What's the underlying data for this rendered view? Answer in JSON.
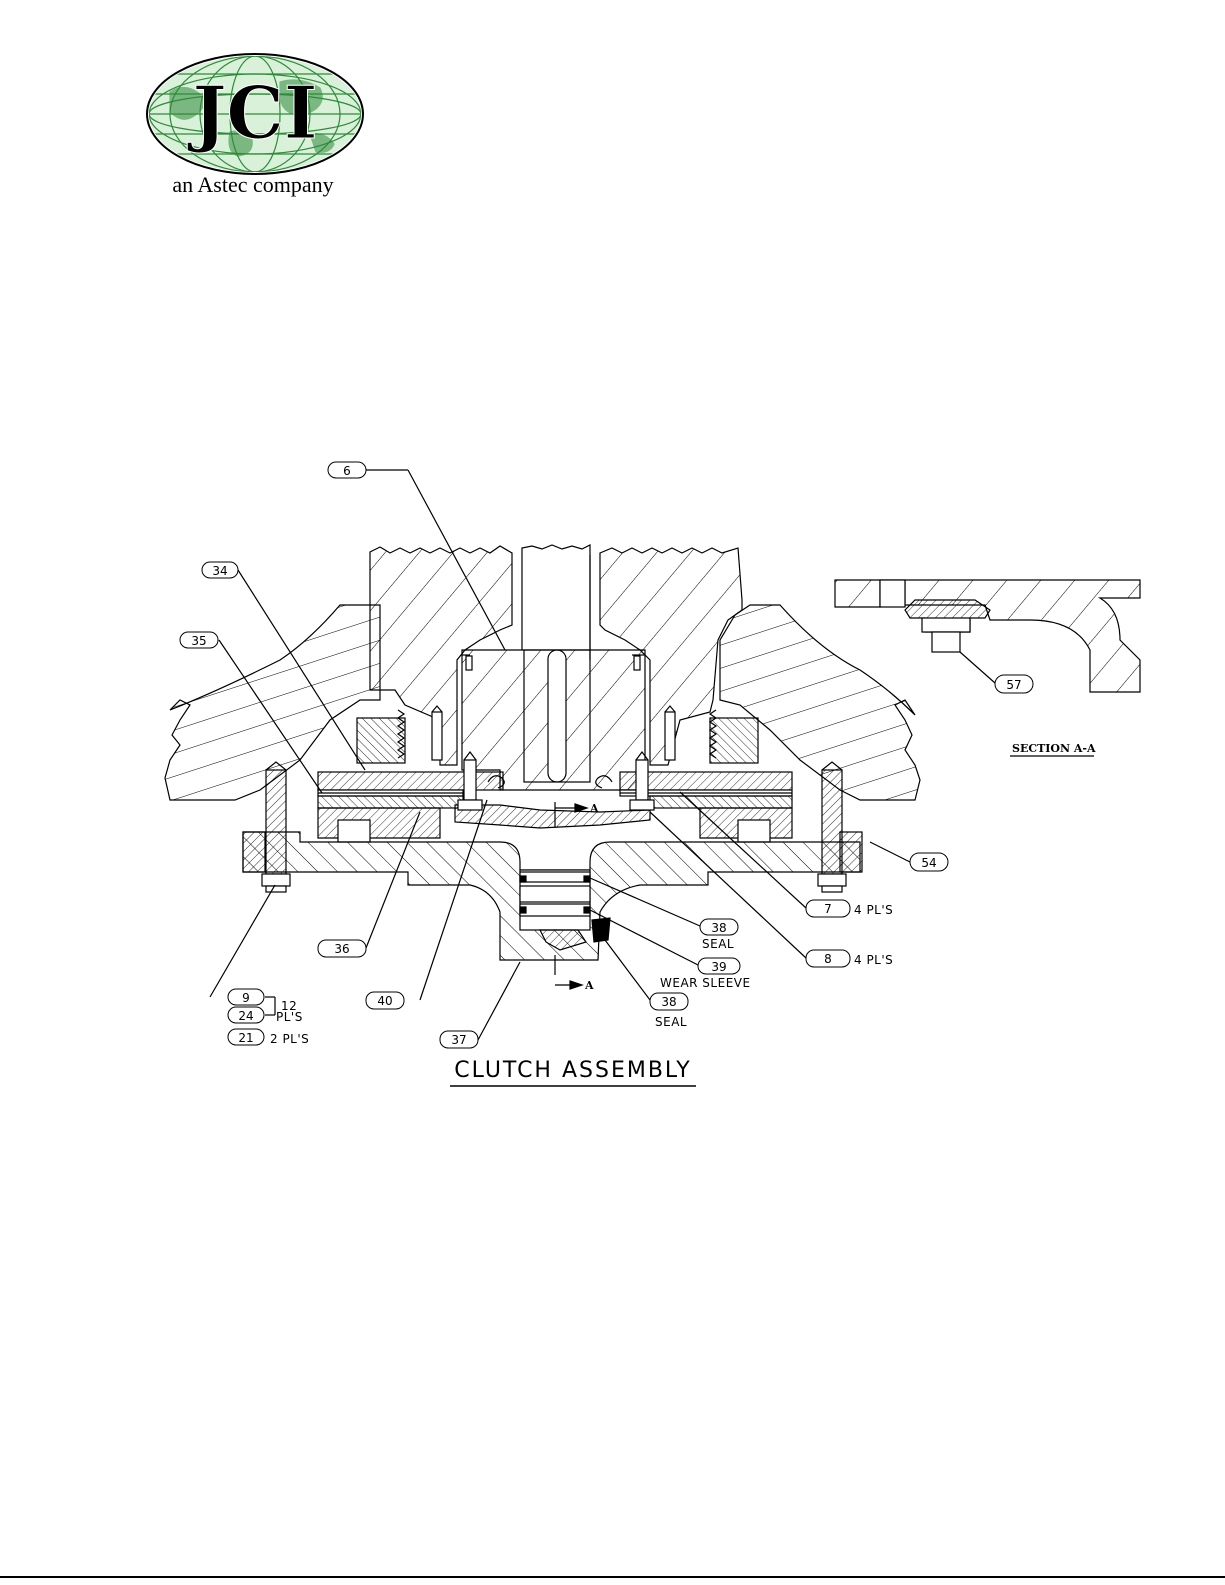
{
  "logo": {
    "letters": "JCI",
    "tagline": "an Astec company",
    "colors": {
      "globe": "#2e8b3a",
      "globe_light": "#d9f0d9",
      "letters": "#000000"
    }
  },
  "drawing": {
    "title": "CLUTCH ASSEMBLY",
    "section_title": "SECTION  A-A",
    "section_marker": "A",
    "callouts": [
      {
        "id": "c6",
        "number": "6",
        "note": ""
      },
      {
        "id": "c34",
        "number": "34",
        "note": ""
      },
      {
        "id": "c35",
        "number": "35",
        "note": ""
      },
      {
        "id": "c36",
        "number": "36",
        "note": ""
      },
      {
        "id": "c37",
        "number": "37",
        "note": ""
      },
      {
        "id": "c40",
        "number": "40",
        "note": ""
      },
      {
        "id": "c9",
        "number": "9",
        "note": ""
      },
      {
        "id": "c24",
        "number": "24",
        "note": "PL'S"
      },
      {
        "id": "c21",
        "number": "21",
        "note": "2 PL'S"
      },
      {
        "id": "c7",
        "number": "7",
        "note": "4 PL'S"
      },
      {
        "id": "c8",
        "number": "8",
        "note": "4 PL'S"
      },
      {
        "id": "c38a",
        "number": "38",
        "note": "SEAL"
      },
      {
        "id": "c39",
        "number": "39",
        "note": "WEAR SLEEVE"
      },
      {
        "id": "c38b",
        "number": "38",
        "note": "SEAL"
      },
      {
        "id": "c54",
        "number": "54",
        "note": ""
      },
      {
        "id": "c57",
        "number": "57",
        "note": ""
      }
    ],
    "bracket_note": "12",
    "line_color": "#000000"
  }
}
